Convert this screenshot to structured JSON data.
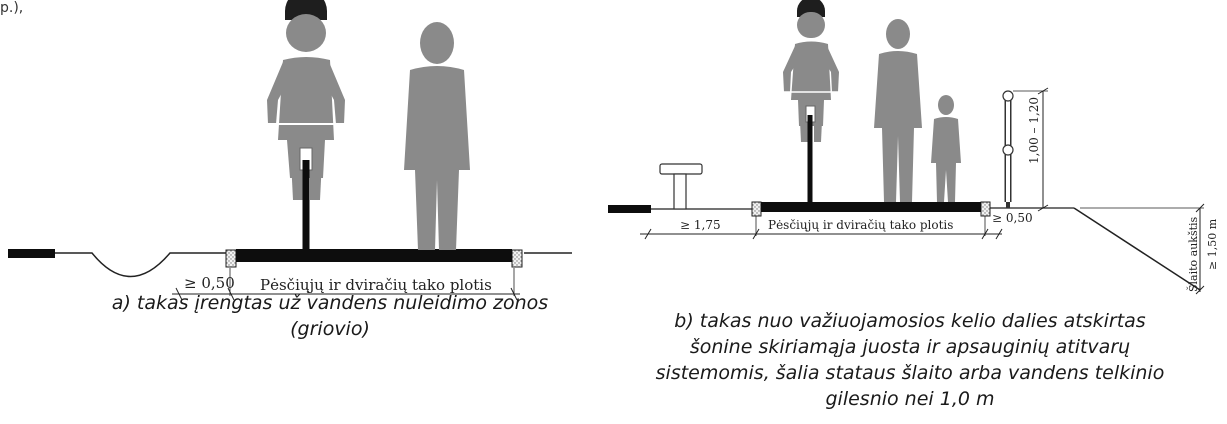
{
  "corner_fragment": "p.),",
  "figure_a": {
    "width_label": "≥ 0,50",
    "path_label": "Pėsčiųjų ir dviračių tako plotis",
    "caption_lines": [
      "a) takas įrengtas už vandens nuleidimo zonos",
      "(griovio)"
    ]
  },
  "figure_b": {
    "left_label": "≥ 1,75",
    "path_label": "Pėsčiųjų ir dviračių tako plotis",
    "right_label": "≥ 0,50",
    "railing_height_label": "1,00 – 1,20",
    "slope_label_line1": "Šlaito aukštis",
    "slope_label_line2": "≥ 1,50 m",
    "caption_lines": [
      "b) takas nuo važiuojamosios kelio dalies atskirtas",
      "šonine skiriamąja juosta ir apsauginių atitvarų",
      "sistemomis, šalia stataus šlaito arba vandens telkinio",
      "gilesnio nei 1,0 m"
    ]
  },
  "colors": {
    "silhouette": "#8a8a8a",
    "helmet": "#1e1e1e",
    "path_surface": "#0d0d0d",
    "line": "#222222"
  }
}
